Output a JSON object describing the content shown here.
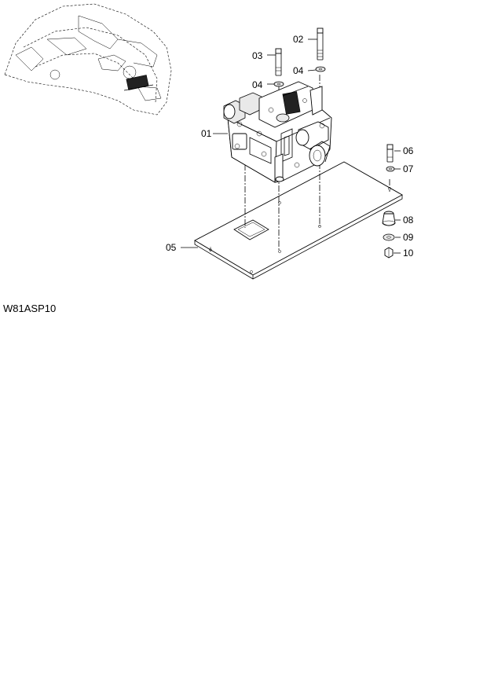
{
  "labels": {
    "p01": "01",
    "p02": "02",
    "p03": "03",
    "p04a": "04",
    "p04b": "04",
    "p05": "05",
    "p06": "06",
    "p07": "07",
    "p08": "08",
    "p09": "09",
    "p10": "10"
  },
  "drawing_code": "W81ASP10"
}
